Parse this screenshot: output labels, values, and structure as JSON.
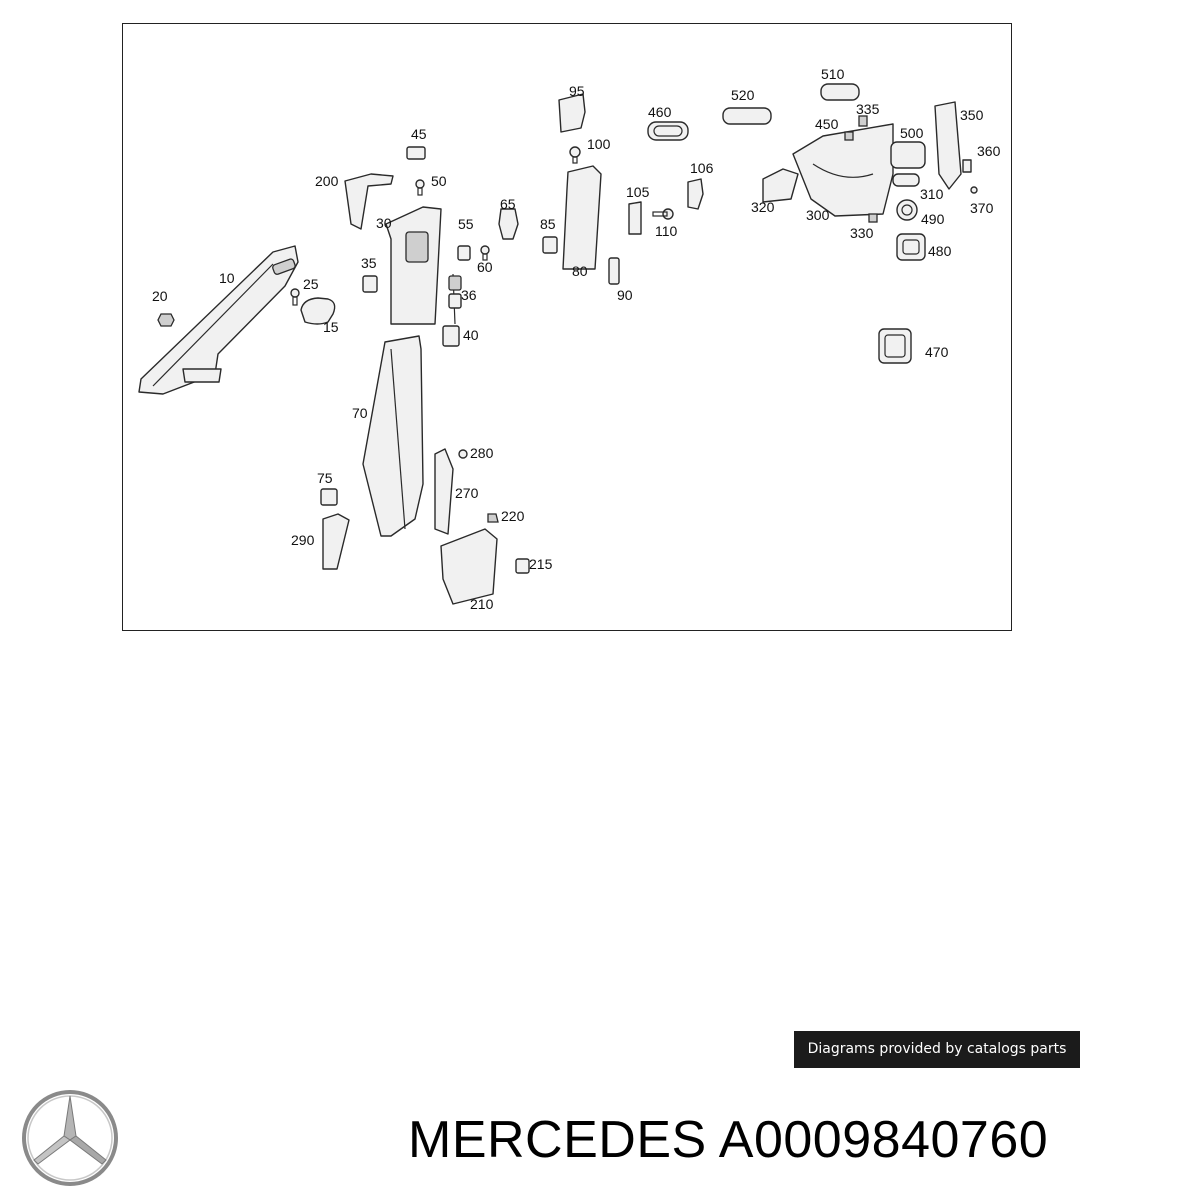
{
  "diagram": {
    "callouts": [
      "10",
      "15",
      "20",
      "25",
      "30",
      "35",
      "36",
      "40",
      "45",
      "50",
      "55",
      "60",
      "65",
      "70",
      "75",
      "80",
      "85",
      "90",
      "95",
      "100",
      "105",
      "106",
      "110",
      "200",
      "210",
      "215",
      "220",
      "270",
      "280",
      "290",
      "300",
      "310",
      "320",
      "330",
      "335",
      "350",
      "360",
      "370",
      "450",
      "460",
      "470",
      "480",
      "490",
      "500",
      "510",
      "520"
    ]
  },
  "credit": {
    "text": "Diagrams provided by catalogs parts"
  },
  "brand": {
    "logo_icon": "mercedes-star-icon",
    "title": "MERCEDES A0009840760"
  }
}
